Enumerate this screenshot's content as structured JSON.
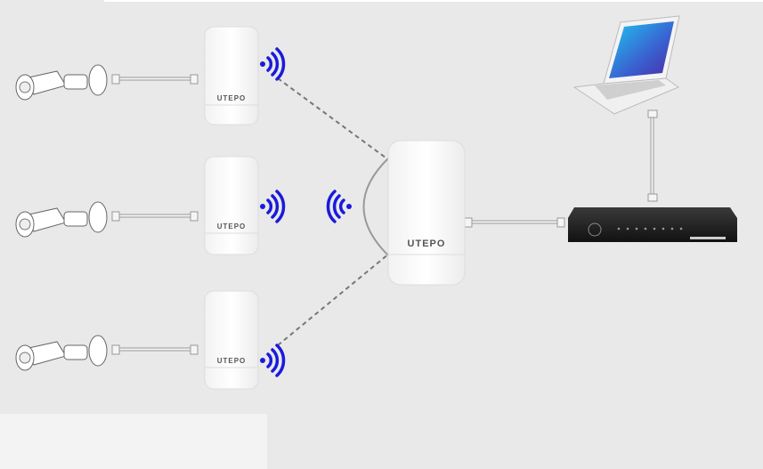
{
  "diagram": {
    "title": "Wireless CPE point-to-multipoint surveillance network",
    "devices": {
      "cpe_1": {
        "brand": "UTEPO"
      },
      "cpe_2": {
        "brand": "UTEPO"
      },
      "cpe_3": {
        "brand": "UTEPO"
      },
      "access_point": {
        "brand": "UTEPO"
      }
    },
    "colors": {
      "background": "#e9e9e9",
      "wifi": "#1a1adc",
      "link": "#777777"
    },
    "icons": [
      "ip-camera-icon",
      "cpe-icon",
      "wifi-signal-icon",
      "laptop-icon",
      "nvr-icon",
      "ethernet-cable-icon"
    ]
  }
}
